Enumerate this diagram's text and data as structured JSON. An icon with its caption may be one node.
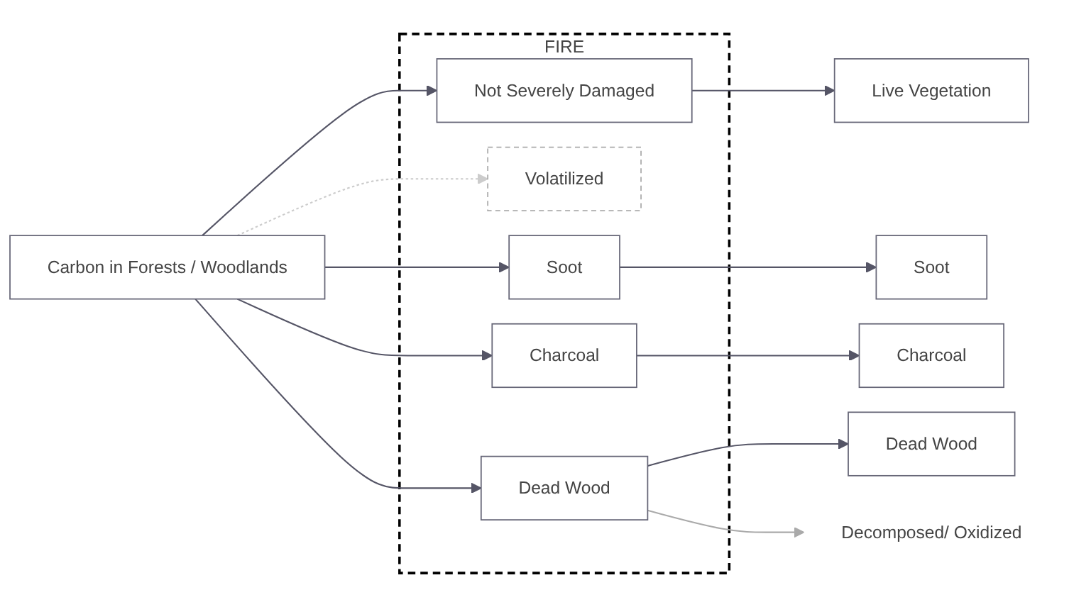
{
  "diagram": {
    "nodes": [
      {
        "text": [
          "Carbon in Forests / Woodlands"
        ]
      },
      {
        "text": [
          "FIRE"
        ]
      },
      {
        "text": [
          "Not Severely Damaged"
        ],
        "in": 1
      },
      {
        "text": [
          "Volatilized"
        ],
        "in": 1
      },
      {
        "text": [
          "Soot"
        ],
        "in": 1
      },
      {
        "text": [
          "Charcoal"
        ],
        "in": 1
      },
      {
        "text": [
          "Dead Wood"
        ],
        "in": 1
      },
      {
        "text": [
          "Live Vegetation"
        ]
      },
      {
        "text": [
          "Soot"
        ]
      },
      {
        "text": [
          "Charcoal"
        ]
      },
      {
        "text": [
          "Dead Wood"
        ]
      },
      {
        "text": [
          "Decomposed/ Oxidized"
        ]
      }
    ],
    "edges": [
      {
        "from": 0,
        "to": 2,
        "arrow": "to"
      },
      {
        "from": 0,
        "to": 3,
        "arrow": "to",
        "style": "dashed",
        "color": "#cccccc"
      },
      {
        "from": 0,
        "to": 4,
        "arrow": "to"
      },
      {
        "from": 0,
        "to": 5,
        "arrow": "to"
      },
      {
        "from": 0,
        "to": 6,
        "arrow": "to"
      },
      {
        "from": 2,
        "to": 7,
        "arrow": "to"
      },
      {
        "from": 4,
        "to": 8,
        "arrow": "to"
      },
      {
        "from": 5,
        "to": 9,
        "arrow": "to"
      },
      {
        "from": 6,
        "to": 10,
        "arrow": "to"
      },
      {
        "from": 6,
        "to": 11,
        "arrow": "to",
        "color": "#aaaaaa"
      }
    ]
  }
}
